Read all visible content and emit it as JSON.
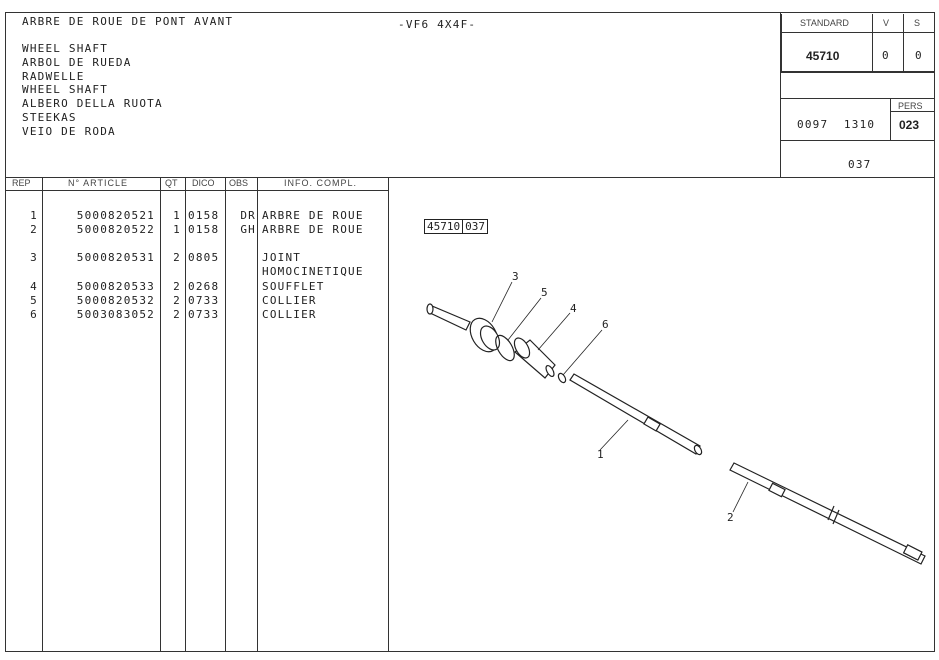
{
  "header": {
    "title": "ARBRE DE ROUE DE PONT AVANT",
    "model": "-VF6 4X4F-",
    "translations": [
      "WHEEL SHAFT",
      "ARBOL DE RUEDA",
      "RADWELLE",
      "WHEEL SHAFT",
      "ALBERO DELLA RUOTA",
      "STEEKAS",
      "VEIO DE RODA"
    ]
  },
  "info_box": {
    "standard_label": "STANDARD",
    "v_label": "V",
    "s_label": "S",
    "standard": "45710",
    "v": "0",
    "s": "0",
    "code": "0097  1310",
    "pers_label": "PERS",
    "pers": "023",
    "page": "037"
  },
  "table": {
    "headers": [
      "REP",
      "N° ARTICLE",
      "QT",
      "DICO",
      "OBS",
      "INFO. COMPL."
    ],
    "rows": [
      {
        "rep": "1",
        "article": "5000820521",
        "qt": "1",
        "dico": "0158",
        "obs": "DR",
        "info": "ARBRE DE ROUE"
      },
      {
        "rep": "2",
        "article": "5000820522",
        "qt": "1",
        "dico": "0158",
        "obs": "GH",
        "info": "ARBRE DE ROUE"
      },
      {
        "rep": "3",
        "article": "5000820531",
        "qt": "2",
        "dico": "0805",
        "obs": "",
        "info": "JOINT",
        "info2": "HOMOCINETIQUE"
      },
      {
        "rep": "4",
        "article": "5000820533",
        "qt": "2",
        "dico": "0268",
        "obs": "",
        "info": "SOUFFLET"
      },
      {
        "rep": "5",
        "article": "5000820532",
        "qt": "2",
        "dico": "0733",
        "obs": "",
        "info": "COLLIER"
      },
      {
        "rep": "6",
        "article": "5003083052",
        "qt": "2",
        "dico": "0733",
        "obs": "",
        "info": "COLLIER"
      }
    ]
  },
  "diagram": {
    "ref_a": "45710",
    "ref_b": "037",
    "callouts": [
      "1",
      "2",
      "3",
      "4",
      "5",
      "6"
    ]
  }
}
